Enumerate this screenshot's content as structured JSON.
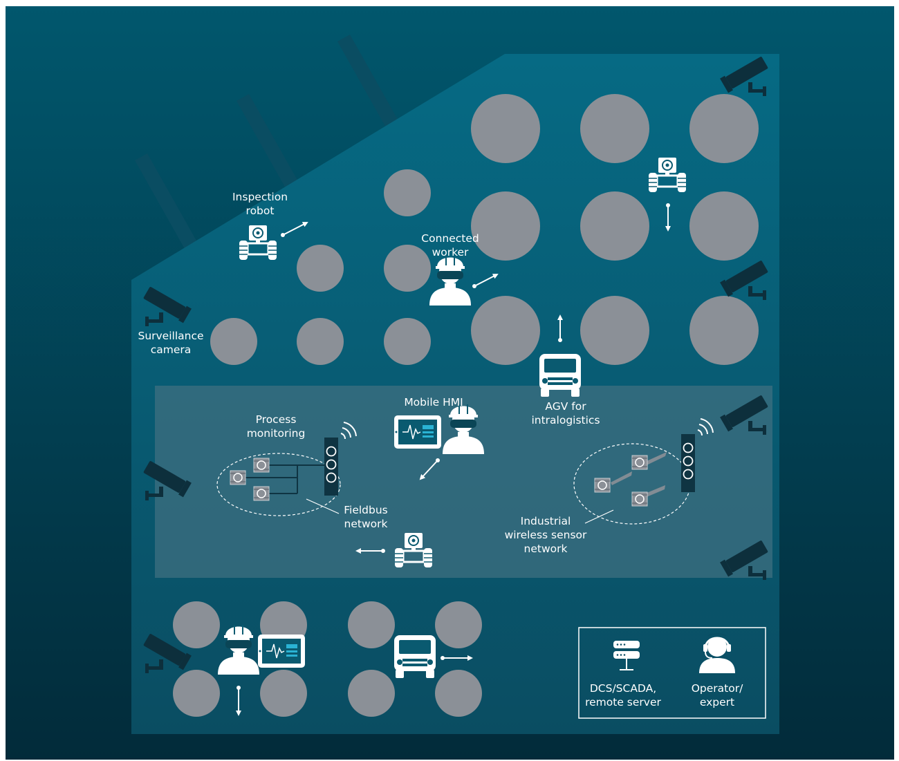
{
  "colors": {
    "bg_top": "#01576d",
    "bg_bottom": "#022b3a",
    "floor": "#0a6078",
    "zone": "#3e6f80",
    "tank": "#8b9097",
    "icon": "#ffffff",
    "camera": "#0d2f3c",
    "tower": "#0f3442"
  },
  "labels": {
    "inspection_robot": [
      "Inspection",
      "robot"
    ],
    "connected_worker": [
      "Connected",
      "worker"
    ],
    "surveillance_camera": [
      "Surveillance",
      "camera"
    ],
    "mobile_hmi": [
      "Mobile HMI"
    ],
    "agv": [
      "AGV for",
      "intralogistics"
    ],
    "process_monitoring": [
      "Process",
      "monitoring"
    ],
    "fieldbus": [
      "Fieldbus",
      "network"
    ],
    "wireless_sensor": [
      "Industrial",
      "wireless sensor",
      "network"
    ],
    "dcs": [
      "DCS/SCADA,",
      "remote server"
    ],
    "operator": [
      "Operator/",
      "expert"
    ]
  },
  "icons": [
    "surveillance-camera-icon",
    "inspection-robot-icon",
    "worker-vr-headset-icon",
    "agv-truck-icon",
    "tablet-hmi-icon",
    "wireless-tower-icon",
    "sensor-icon",
    "server-icon",
    "operator-headset-icon",
    "arrow-icon"
  ]
}
